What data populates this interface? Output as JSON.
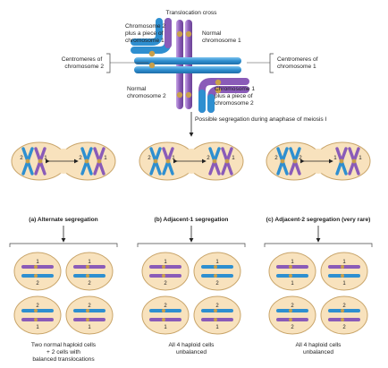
{
  "title": "Translocation cross",
  "top_labels": {
    "chr2_piece": [
      "Chromosome 2",
      "plus a piece of",
      "chromosome 1"
    ],
    "normal_chr1": [
      "Normal",
      "chromosome 1"
    ],
    "centromeres_chr2": [
      "Centromeres of",
      "chromosome 2"
    ],
    "centromeres_chr1": [
      "Centromeres of",
      "chromosome 1"
    ],
    "normal_chr2": [
      "Normal",
      "chromosome 2"
    ],
    "chr1_piece": [
      "Chromosome 1",
      "plus a piece of",
      "chromosome 2"
    ]
  },
  "segregation_note": "Possible segregation during anaphase of meiosis I",
  "panels": [
    {
      "caption": "(a) Alternate segregation",
      "cell_numbers": [
        "2",
        "1",
        "2",
        "1"
      ],
      "result": [
        "Two normal haploid cells",
        "+ 2 cells with",
        "balanced translocations"
      ],
      "gametes": [
        [
          "1",
          "2"
        ],
        [
          "1",
          "2"
        ],
        [
          "2",
          "1"
        ],
        [
          "2",
          "1"
        ]
      ]
    },
    {
      "caption": "(b) Adjacent-1 segregation",
      "cell_numbers": [
        "2",
        "1",
        "2",
        "1"
      ],
      "result": [
        "All 4 haploid cells",
        "unbalanced"
      ],
      "gametes": [
        [
          "1",
          "2"
        ],
        [
          "1",
          "2"
        ],
        [
          "2",
          "1"
        ],
        [
          "2",
          "1"
        ]
      ]
    },
    {
      "caption": "(c) Adjacent-2 segregation (very rare)",
      "cell_numbers": [
        "2",
        "2",
        "1",
        "1"
      ],
      "result": [
        "All 4 haploid cells",
        "unbalanced"
      ],
      "gametes": [
        [
          "1",
          "1"
        ],
        [
          "1",
          "1"
        ],
        [
          "2",
          "2"
        ],
        [
          "2",
          "2"
        ]
      ]
    }
  ],
  "colors": {
    "chromosome1": "#8a5bb8",
    "chromosome2": "#2e8fd0",
    "centromere": "#c9a04a",
    "cell_fill": "#f8e2bd",
    "cell_stroke": "#c9a56a",
    "nucleus_fill": "#a8cfe8",
    "nucleus_stroke": "#5c9bc6"
  }
}
